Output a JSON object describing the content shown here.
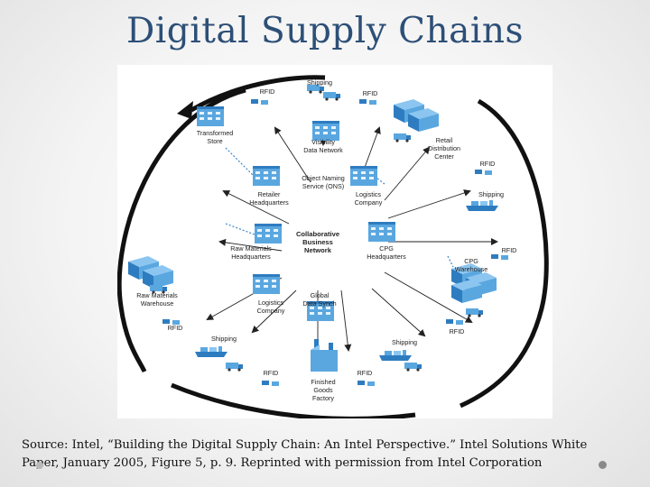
{
  "slide": {
    "title": "Digital Supply Chains",
    "source_line1": "Source: Intel, “Building the Digital Supply Chain: An Intel Perspective.” Intel Solutions White",
    "source_line2": "Paper, January 2005, Figure 5, p. 9. Reprinted with permission from Intel Corporation"
  },
  "diagram": {
    "center": [
      "Collaborative",
      "Business",
      "Network"
    ],
    "nodes": {
      "shipping_top": [
        "Shipping"
      ],
      "rfid_top_left": [
        "RFID"
      ],
      "rfid_top_right": [
        "RFID"
      ],
      "transformed_store": [
        "Transformed",
        "Store"
      ],
      "visibility": [
        "Visibility",
        "Data Network"
      ],
      "ons": [
        "Object Naming",
        "Service (ONS)"
      ],
      "retail_dc": [
        "Retail",
        "Distribution",
        "Center"
      ],
      "rfid_right_1": [
        "RFID"
      ],
      "retailer_hq": [
        "Retailer",
        "Headquarters"
      ],
      "logistics_top": [
        "Logistics",
        "Company"
      ],
      "shipping_right": [
        "Shipping"
      ],
      "raw_hq": [
        "Raw Materials",
        "Headquarters"
      ],
      "cpg_hq": [
        "CPG",
        "Headquarters"
      ],
      "rfid_right_2": [
        "RFID"
      ],
      "cpg_warehouse": [
        "CPG",
        "Warehouse"
      ],
      "raw_warehouse": [
        "Raw Materials",
        "Warehouse"
      ],
      "logistics_bottom": [
        "Logistics",
        "Company"
      ],
      "global_sync": [
        "Global",
        "Data Synch"
      ],
      "rfid_left": [
        "RFID"
      ],
      "rfid_right_3": [
        "RFID"
      ],
      "shipping_left": [
        "Shipping"
      ],
      "shipping_bottom": [
        "Shipping"
      ],
      "rfid_bottom_left": [
        "RFID"
      ],
      "rfid_bottom_right": [
        "RFID"
      ],
      "factory": [
        "Finished",
        "Goods",
        "Factory"
      ]
    }
  },
  "colors": {
    "title": "#2d4f77",
    "building": "#5aa7e0",
    "building_dark": "#2e7cc0",
    "arrow": "#111111",
    "dotted": "#3a86c8"
  }
}
